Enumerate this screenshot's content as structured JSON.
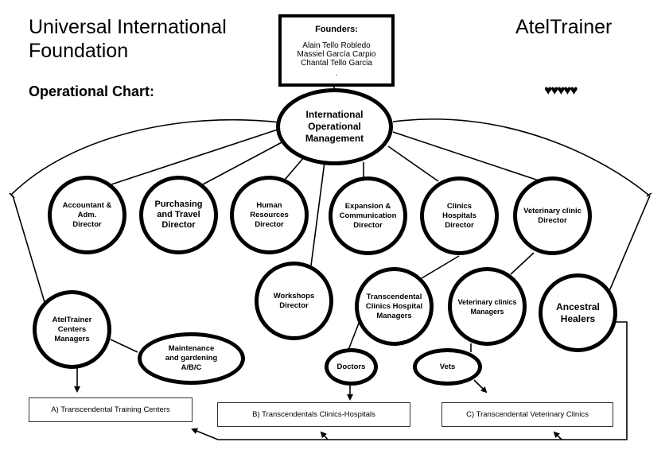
{
  "header": {
    "organization": "Universal International\nFoundation",
    "brand": "AtelTrainer",
    "subtitle": "Operational Chart:",
    "hearts": "♥♥♥♥♥"
  },
  "founders": {
    "heading": "Founders:",
    "names": [
      "Alain Tello Robledo",
      "Massiel García Carpio",
      "Chantal Tello Garcia"
    ],
    "trailing_mark": "."
  },
  "nodes": {
    "management": "International\nOperational\nManagement",
    "accountant": "Accountant &\nAdm.\nDirector",
    "purchasing": "Purchasing\nand Travel\nDirector",
    "hr": "Human\nResources\nDirector",
    "expansion": "Expansion &\nCommunication\nDirector",
    "clinics_director": "Clinics\nHospitals\nDirector",
    "vet_director": "Veterinary clinic\nDirector",
    "workshops": "Workshops\nDirector",
    "clinics_managers": "Transcendental\nClinics Hospital\nManagers",
    "vet_managers": "Veterinary clinics\nManagers",
    "healers": "Ancestral\nHealers",
    "centers_managers": "AtelTrainer\nCenters\nManagers",
    "maintenance": "Maintenance\nand gardening\nA/B/C",
    "doctors": "Doctors",
    "vets": "Vets"
  },
  "outputs": {
    "a": "A) Transcendental Training Centers",
    "b": "B) Transcendentals Clinics-Hospitals",
    "c": "C) Transcendental Veterinary Clinics"
  }
}
